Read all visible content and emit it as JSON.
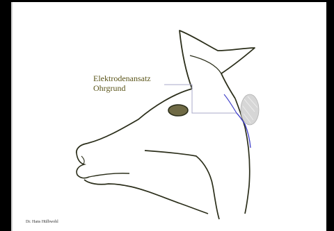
{
  "diagram": {
    "label_line1": "Elektrodenansatz",
    "label_line2": "Ohrgrund",
    "author": "Dr. Hans Hülbwohl"
  },
  "colors": {
    "outline": "#2b2e1a",
    "eye_fill": "#6f6a45",
    "connector": "#a8a8c8",
    "electrode_wire": "#3b3bc8",
    "electrode_pad": "#d6d6d6",
    "label_text": "#5a5418"
  }
}
